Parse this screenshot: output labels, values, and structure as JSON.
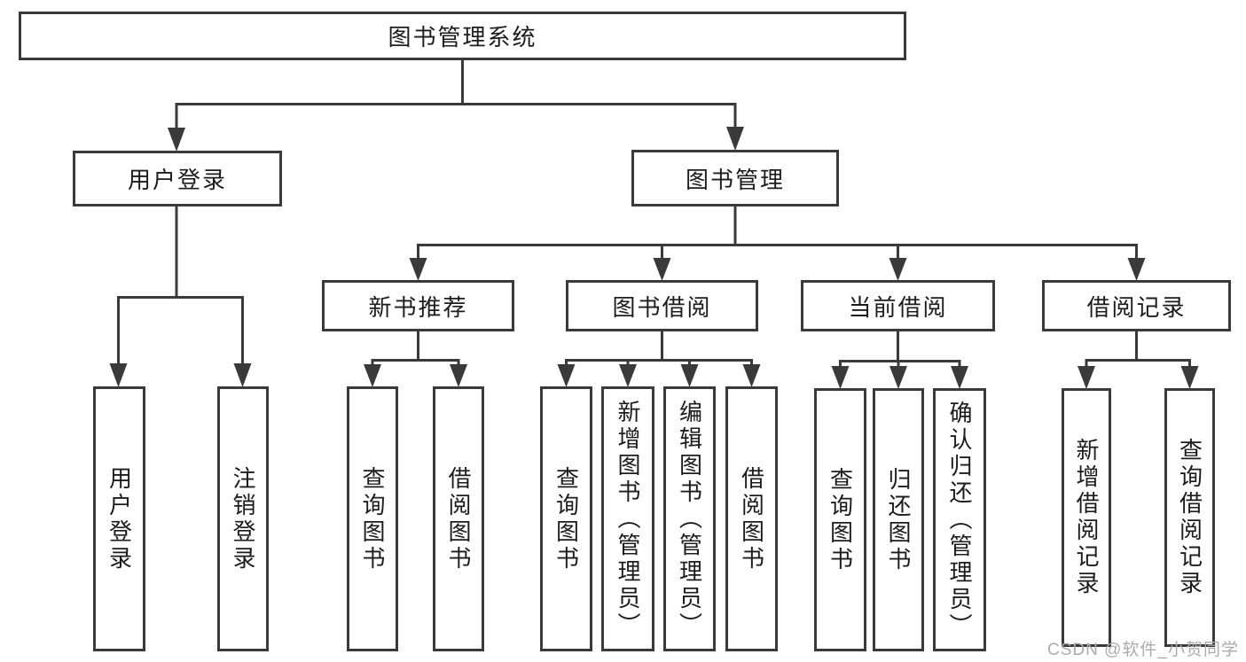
{
  "diagram_type": "hierarchy-tree",
  "colors": {
    "line": "#3a3a3a",
    "box_border": "#3a3a3a",
    "text": "#1c1c1c",
    "background": "#ffffff",
    "watermark": "#ababab"
  },
  "tree": {
    "label": "图书管理系统",
    "children": [
      {
        "label": "用户登录",
        "children": [
          {
            "label": "用户登录"
          },
          {
            "label": "注销登录"
          }
        ]
      },
      {
        "label": "图书管理",
        "children": [
          {
            "label": "新书推荐",
            "children": [
              {
                "label": "查询图书"
              },
              {
                "label": "借阅图书"
              }
            ]
          },
          {
            "label": "图书借阅",
            "children": [
              {
                "label": "查询图书"
              },
              {
                "label": "新增图书（管理员）"
              },
              {
                "label": "编辑图书（管理员）"
              },
              {
                "label": "借阅图书"
              }
            ]
          },
          {
            "label": "当前借阅",
            "children": [
              {
                "label": "查询图书"
              },
              {
                "label": "归还图书"
              },
              {
                "label": "确认归还（管理员）"
              }
            ]
          },
          {
            "label": "借阅记录",
            "children": [
              {
                "label": "新增借阅记录"
              },
              {
                "label": "查询借阅记录"
              }
            ]
          }
        ]
      }
    ]
  },
  "watermark": {
    "text": "CSDN @软件_小贺同学"
  }
}
